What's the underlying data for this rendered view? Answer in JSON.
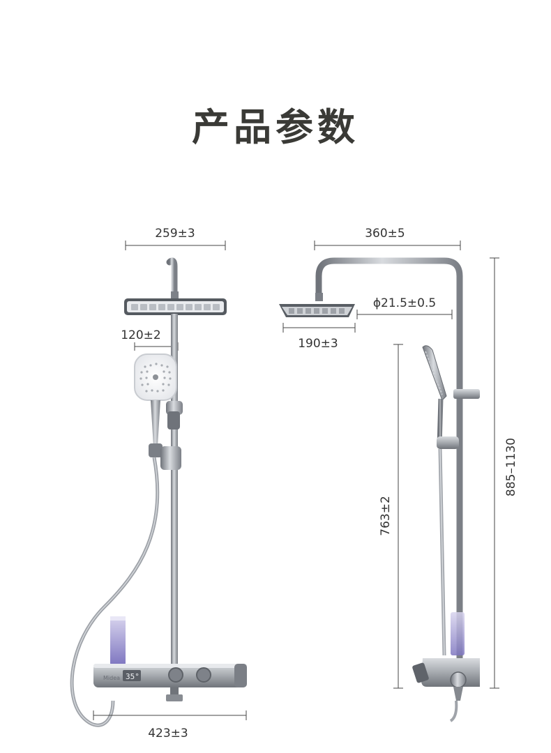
{
  "title": "产品参数",
  "brand": "Midea",
  "display_temp": "35°",
  "dimensions": {
    "top_head_width": "259±3",
    "hand_shower_offset": "120±2",
    "base_width": "423±3",
    "arm_reach": "360±5",
    "pipe_diameter": "ϕ21.5±0.5",
    "head_depth": "190±3",
    "bracket_height": "763±2",
    "total_height": "885–1130"
  },
  "colors": {
    "title": "#3a3a36",
    "chrome": "#9a9ea4",
    "dark_chrome": "#6c7077",
    "dim_line": "#444444",
    "bottle": "#8e86c8"
  }
}
